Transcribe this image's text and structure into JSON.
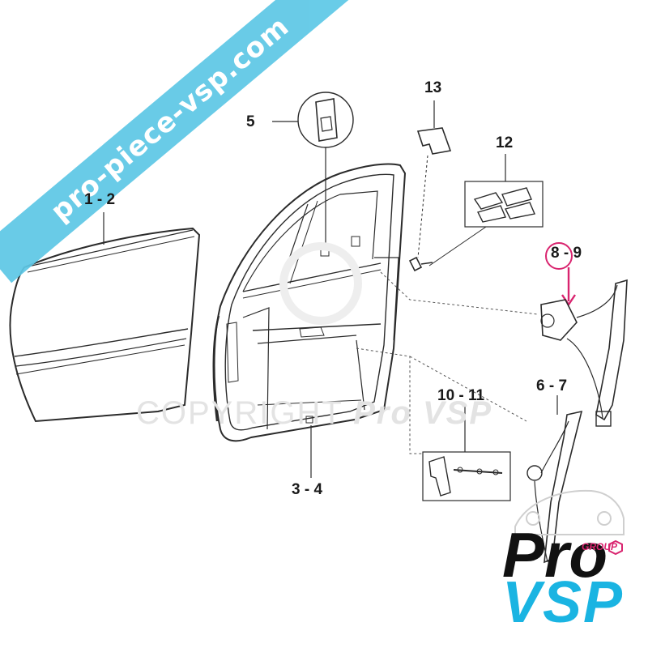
{
  "watermark": {
    "banner_text": "pro-piece-vsp.com",
    "copyright_text": "COPYRIGHT",
    "copyright_brand": "Pro VSP"
  },
  "callouts": {
    "c1_2": "1 - 2",
    "c3_4": "3 - 4",
    "c5": "5",
    "c6_7": "6 - 7",
    "c8_9": "8 - 9",
    "c10_11": "10 - 11",
    "c12": "12",
    "c13": "13"
  },
  "logo": {
    "group": "GROUP",
    "pro": "Pro",
    "vsp": "VSP"
  },
  "colors": {
    "line": "#2b2b2b",
    "banner": "#5ec8e6",
    "highlight": "#d9246f",
    "brand_blue": "#1ab4e2"
  }
}
